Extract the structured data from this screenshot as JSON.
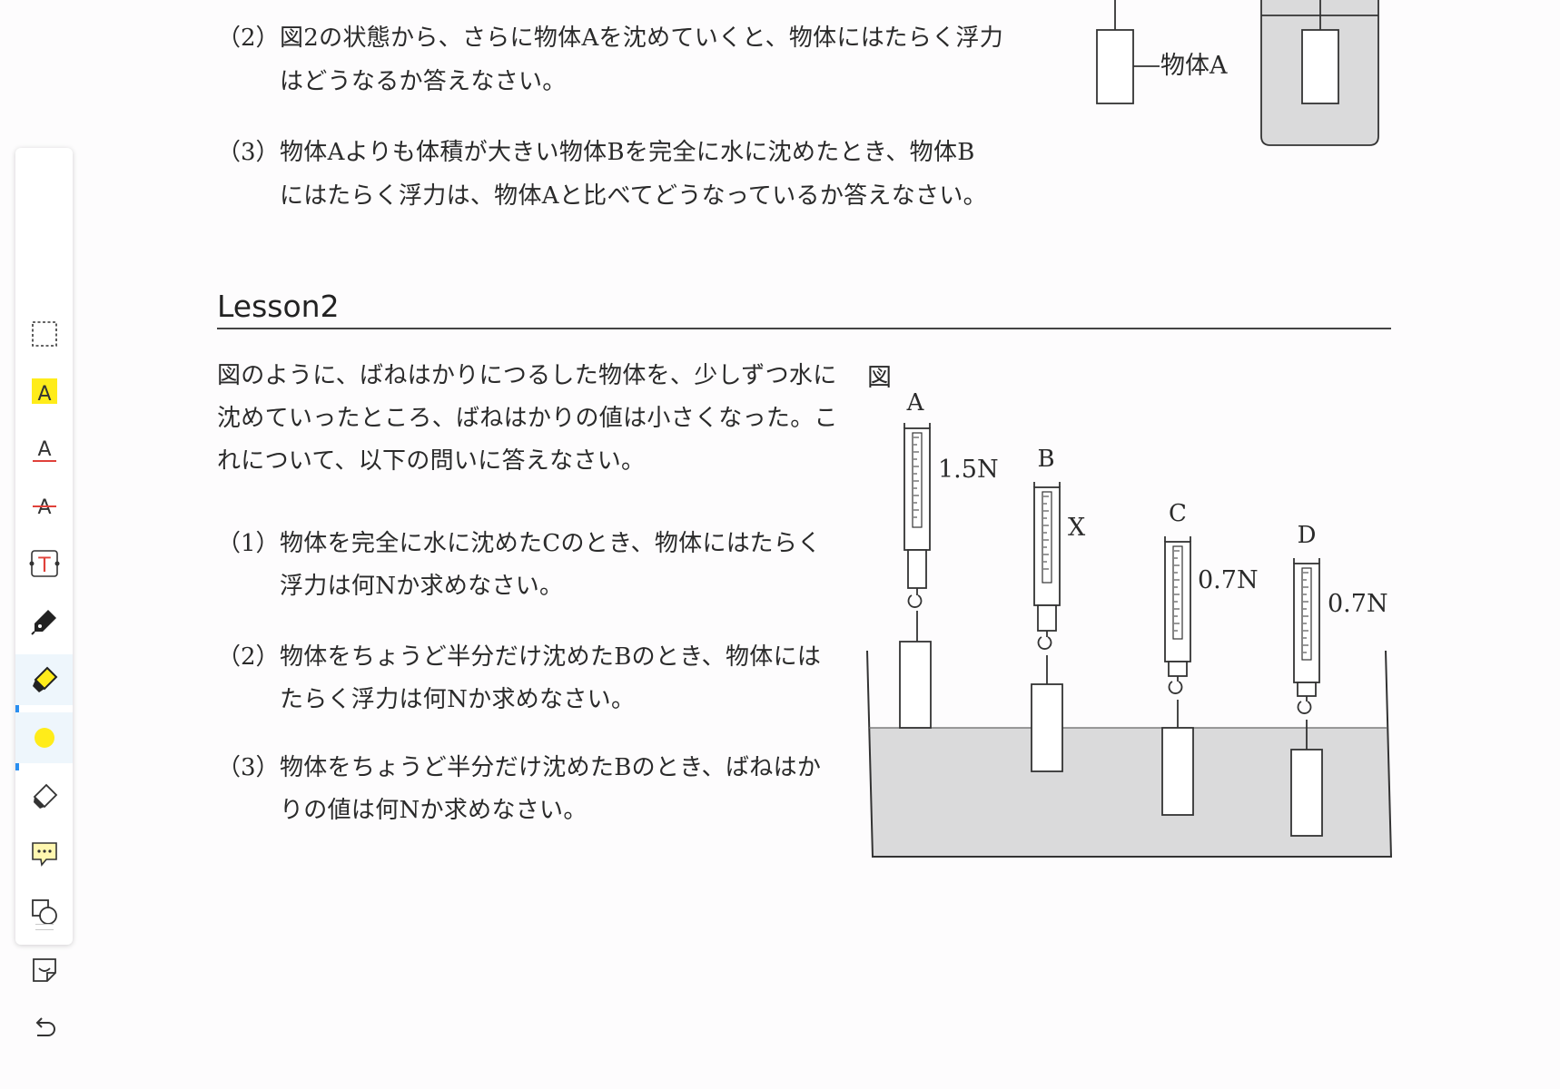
{
  "toolbar": {
    "tools": [
      {
        "icon": "rect-select-icon"
      },
      {
        "icon": "highlight-text-icon",
        "glyph": "A"
      },
      {
        "icon": "underline-text-icon",
        "glyph": "A"
      },
      {
        "icon": "strikethrough-text-icon",
        "glyph": "A"
      },
      {
        "icon": "text-box-icon",
        "glyph": "T"
      },
      {
        "icon": "pen-icon"
      },
      {
        "icon": "highlighter-icon"
      },
      {
        "icon": "color-dot-icon"
      },
      {
        "icon": "eraser-icon"
      },
      {
        "icon": "comment-icon"
      },
      {
        "icon": "shapes-icon"
      },
      {
        "icon": "sticker-icon"
      },
      {
        "icon": "undo-icon"
      }
    ],
    "active_color": "#ffec1a",
    "accent": "#2a8ff0"
  },
  "lesson1": {
    "q2_num": "（2）",
    "q2_line1": "図2の状態から、さらに物体Aを沈めていくと、物体にはたらく浮力",
    "q2_line2": "はどうなるか答えなさい。",
    "q3_num": "（3）",
    "q3_line1": "物体Aよりも体積が大きい物体Bを完全に水に沈めたとき、物体B",
    "q3_line2": "にはたらく浮力は、物体Aと比べてどうなっているか答えなさい。",
    "fig_label": "物体A"
  },
  "lesson2": {
    "title": "Lesson2",
    "intro_line1": "図のように、ばねはかりにつるした物体を、少しずつ水に",
    "intro_line2": "沈めていったところ、ばねはかりの値は小さくなった。こ",
    "intro_line3": "れについて、以下の問いに答えなさい。",
    "q1_num": "（1）",
    "q1_line1": "物体を完全に水に沈めたCのとき、物体にはたらく",
    "q1_line2": "浮力は何Nか求めなさい。",
    "q2_num": "（2）",
    "q2_line1": "物体をちょうど半分だけ沈めたBのとき、物体には",
    "q2_line2": "たらく浮力は何Nか求めなさい。",
    "q3_num": "（3）",
    "q3_line1": "物体をちょうど半分だけ沈めたBのとき、ばねはか",
    "q3_line2": "りの値は何Nか求めなさい。",
    "figure": {
      "caption": "図",
      "scales": [
        {
          "label": "A",
          "reading": "1.5N"
        },
        {
          "label": "B",
          "reading": "X"
        },
        {
          "label": "C",
          "reading": "0.7N"
        },
        {
          "label": "D",
          "reading": "0.7N"
        }
      ]
    }
  }
}
